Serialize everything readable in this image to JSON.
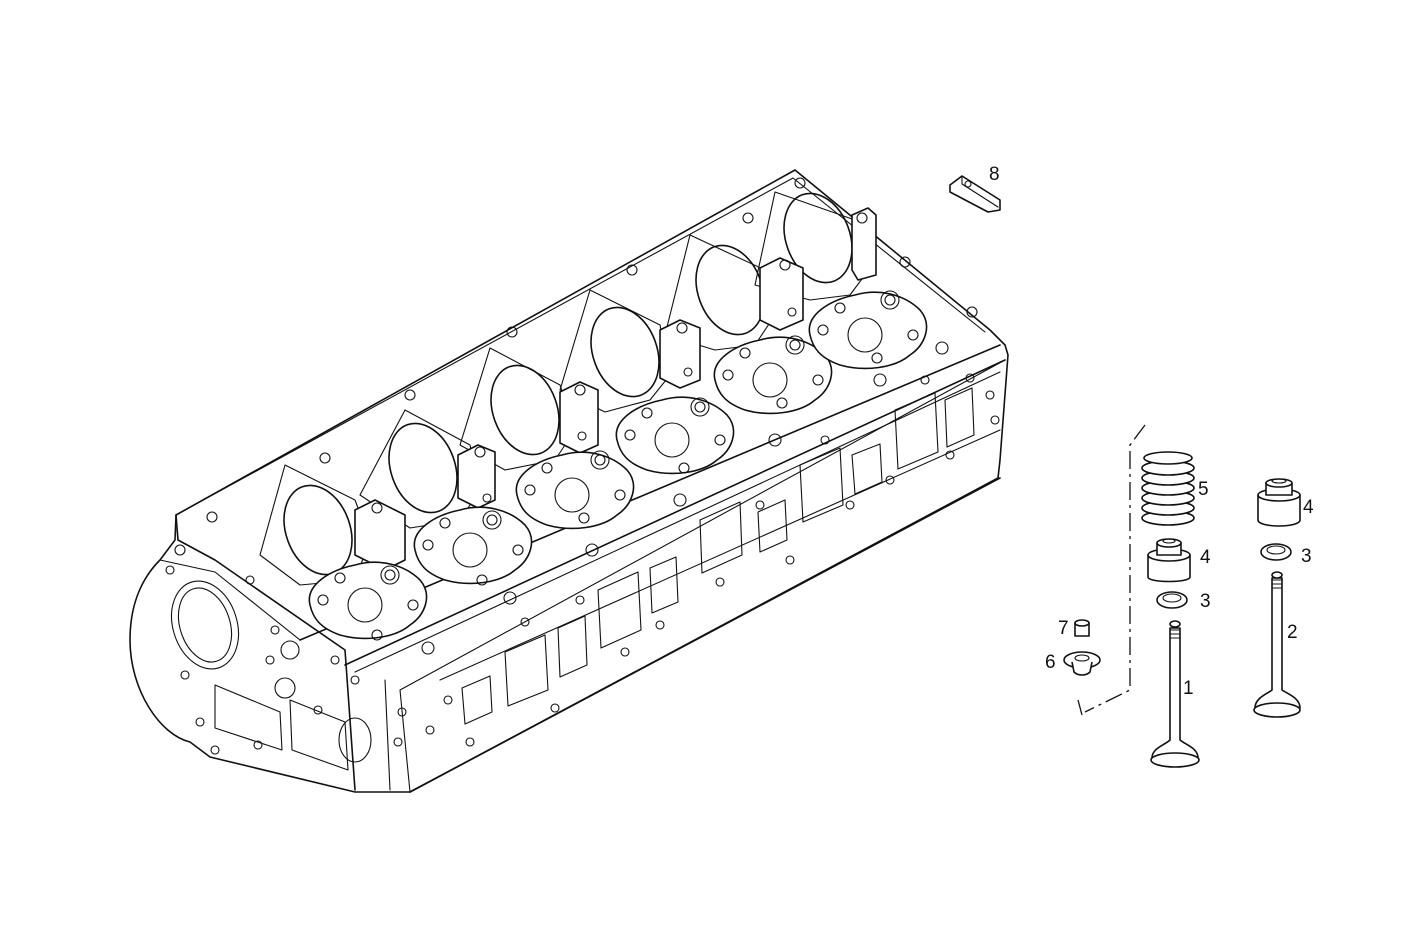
{
  "diagram": {
    "parts": [
      {
        "id": "cylinder-head",
        "label": ""
      },
      {
        "id": "valve-intake",
        "label": "1"
      },
      {
        "id": "valve-exhaust",
        "label": "2"
      },
      {
        "id": "valve-seat-ring-a",
        "label": "3"
      },
      {
        "id": "valve-seat-ring-b",
        "label": "3"
      },
      {
        "id": "valve-guide-a",
        "label": "4"
      },
      {
        "id": "valve-guide-b",
        "label": "4"
      },
      {
        "id": "valve-spring",
        "label": "5"
      },
      {
        "id": "spring-retainer",
        "label": "6"
      },
      {
        "id": "valve-cotter",
        "label": "7"
      },
      {
        "id": "plug-cap",
        "label": "8"
      }
    ]
  }
}
